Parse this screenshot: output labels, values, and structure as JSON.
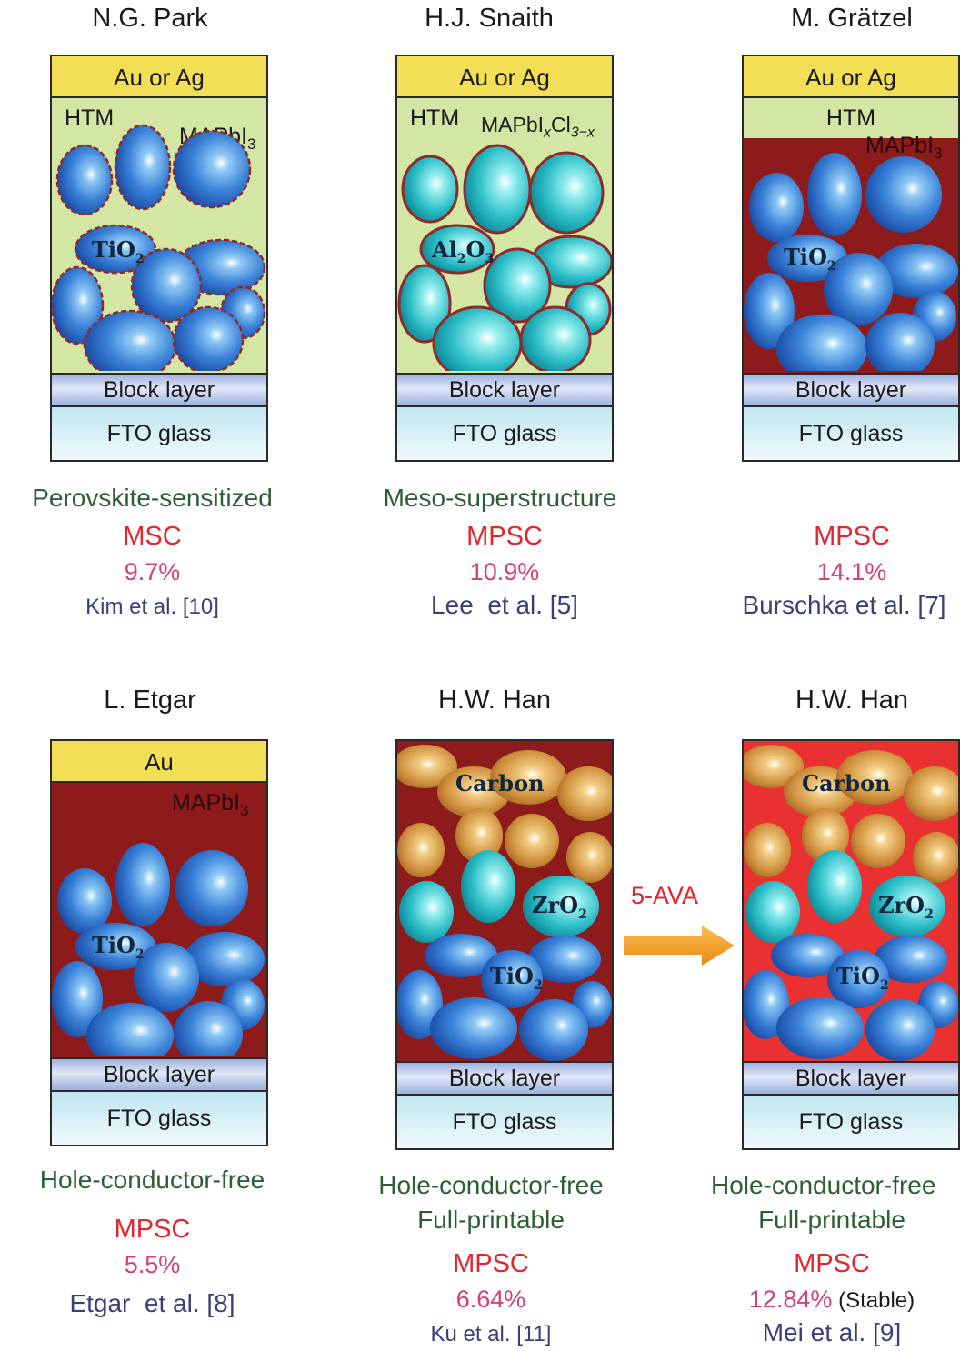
{
  "panels": [
    {
      "author": "N.G. Park",
      "top_layer": "Au or Ag",
      "htm": "HTM",
      "absorber": "MAPbI",
      "absorber_sub": "3",
      "scaffold": "TiO",
      "scaffold_sub": "2",
      "block": "Block layer",
      "substrate": "FTO glass",
      "type": "Perovskite-sensitized",
      "cell": "MSC",
      "efficiency": "9.7%",
      "ref": "Kim et al. [10]"
    },
    {
      "author": "H.J. Snaith",
      "top_layer": "Au or Ag",
      "htm": "HTM",
      "absorber": "MAPbI",
      "absorber_x": "x",
      "absorber_cl": "Cl",
      "absorber_sub": "3−x",
      "scaffold": "Al",
      "scaffold_sub": "2",
      "scaffold_o": "O",
      "scaffold_sub2": "3",
      "block": "Block layer",
      "substrate": "FTO glass",
      "type": "Meso-superstructure",
      "cell": "MPSC",
      "efficiency": "10.9%",
      "ref": "Lee  et al. [5]"
    },
    {
      "author": "M. Grätzel",
      "top_layer": "Au or Ag",
      "htm": "HTM",
      "absorber": "MAPbI",
      "absorber_sub": "3",
      "scaffold": "TiO",
      "scaffold_sub": "2",
      "block": "Block layer",
      "substrate": "FTO glass",
      "cell": "MPSC",
      "efficiency": "14.1%",
      "ref": "Burschka et al. [7]"
    },
    {
      "author": "L. Etgar",
      "top_layer": "Au",
      "absorber": "MAPbI",
      "absorber_sub": "3",
      "scaffold": "TiO",
      "scaffold_sub": "2",
      "block": "Block layer",
      "substrate": "FTO glass",
      "type": "Hole-conductor-free",
      "cell": "MPSC",
      "efficiency": "5.5%",
      "ref": "Etgar  et al. [8]"
    },
    {
      "author": "H.W. Han",
      "carbon": "Carbon",
      "zro": "ZrO",
      "zro_sub": "2",
      "scaffold": "TiO",
      "scaffold_sub": "2",
      "block": "Block layer",
      "substrate": "FTO glass",
      "type": "Hole-conductor-free",
      "type2": "Full-printable",
      "cell": "MPSC",
      "efficiency": "6.64%",
      "ref": "Ku et al. [11]"
    },
    {
      "author": "H.W. Han",
      "carbon": "Carbon",
      "zro": "ZrO",
      "zro_sub": "2",
      "scaffold": "TiO",
      "scaffold_sub": "2",
      "block": "Block layer",
      "substrate": "FTO glass",
      "type": "Hole-conductor-free",
      "type2": "Full-printable",
      "cell": "MPSC",
      "efficiency": "12.84%",
      "note": " (Stable)",
      "ref": "Mei et al. [9]"
    }
  ],
  "arrow_label": "5-AVA",
  "colors": {
    "metal": "#f3df55",
    "htm": "#d4e6a4",
    "perovskite": "#8e1b1b",
    "perovskite_stable": "#ea3131",
    "tio2": "#2f6fd0",
    "al2o3_zro2": "#1fb3c0",
    "carbon": "#c98a3a",
    "arrow": "#f29a1f",
    "type_text": "#2c5f34",
    "cell_text": "#e3252e",
    "efficiency_text": "#d4426f",
    "ref_text": "#3a3f7a"
  }
}
